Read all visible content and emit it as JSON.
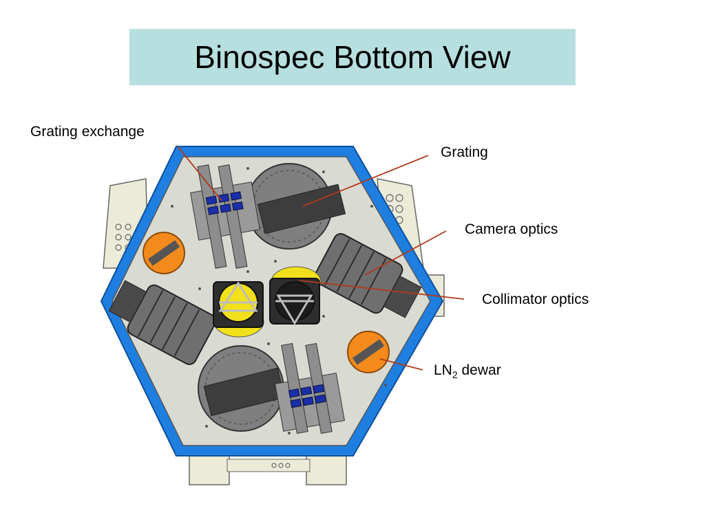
{
  "title": "Binospec Bottom View",
  "labels": {
    "grating_exchange": "Grating exchange",
    "grating": "Grating",
    "camera_optics": "Camera optics",
    "collimator_optics": "Collimator optics",
    "ln2_prefix": "LN",
    "ln2_subscript": "2",
    "ln2_suffix": " dewar"
  },
  "colors": {
    "title_background": "#b7dfe0",
    "frame_blue": "#1f7fe0",
    "plate": "#d9dad2",
    "leader_line": "#b23a1a",
    "dewar": "#f28a1c",
    "yellow": "#f2e11a"
  }
}
